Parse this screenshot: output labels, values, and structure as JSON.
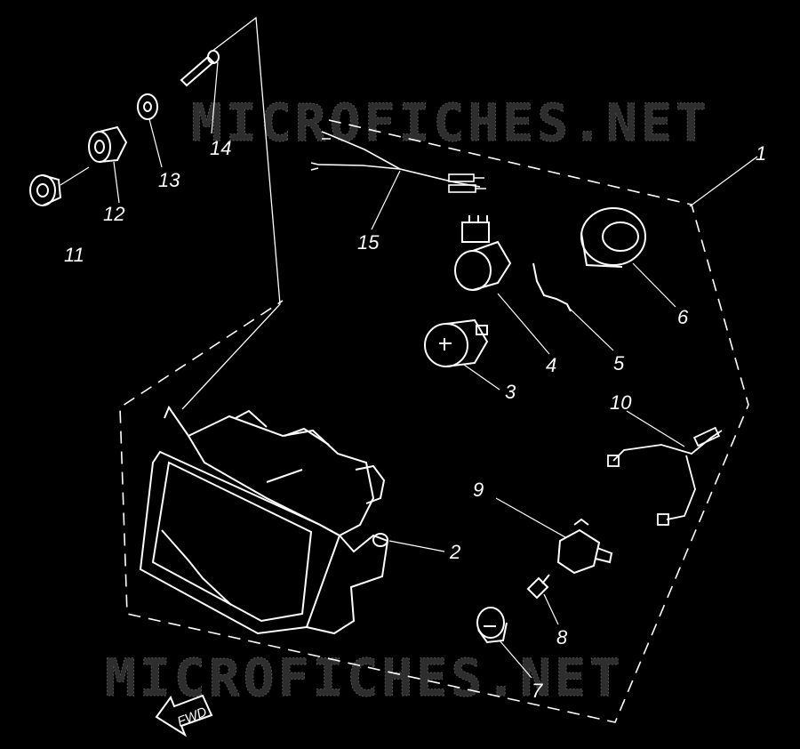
{
  "watermarks": [
    "MICROFICHES.NET",
    "MICROFICHES.NET"
  ],
  "fwd_label": "FWD",
  "callouts": [
    "1",
    "2",
    "3",
    "4",
    "5",
    "6",
    "7",
    "8",
    "9",
    "10",
    "11",
    "12",
    "13",
    "14",
    "15"
  ],
  "colors": {
    "background": "#000000",
    "ink": "#ffffff",
    "watermark": "#2e2e2e"
  }
}
